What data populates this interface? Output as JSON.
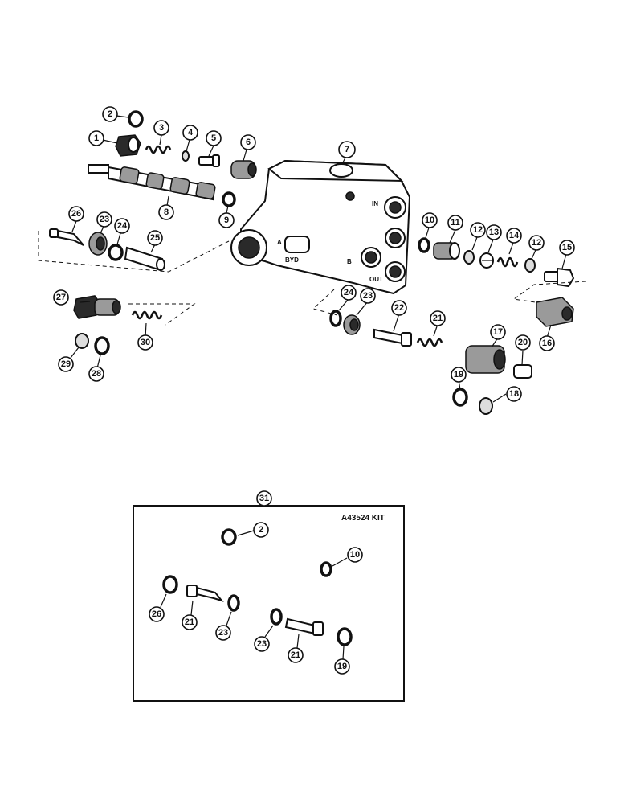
{
  "kit": {
    "label": "A43524 KIT"
  },
  "housing_labels": {
    "in": "IN",
    "a": "A",
    "b": "B",
    "byd": "BYD",
    "out": "OUT"
  },
  "callouts": {
    "c1": "1",
    "c2": "2",
    "c3": "3",
    "c4": "4",
    "c5": "5",
    "c6": "6",
    "c7": "7",
    "c8": "8",
    "c9": "9",
    "c10": "10",
    "c11": "11",
    "c12a": "12",
    "c12b": "12",
    "c13": "13",
    "c14": "14",
    "c15": "15",
    "c16": "16",
    "c17": "17",
    "c18": "18",
    "c19": "19",
    "c20": "20",
    "c21": "21",
    "c22": "22",
    "c23a": "23",
    "c23b": "23",
    "c24a": "24",
    "c24b": "24",
    "c25": "25",
    "c26": "26",
    "c27": "27",
    "c28": "28",
    "c29": "29",
    "c30": "30",
    "c31": "31",
    "k2": "2",
    "k10": "10",
    "k26": "26",
    "k21a": "21",
    "k23a": "23",
    "k23b": "23",
    "k21b": "21",
    "k19": "19"
  }
}
